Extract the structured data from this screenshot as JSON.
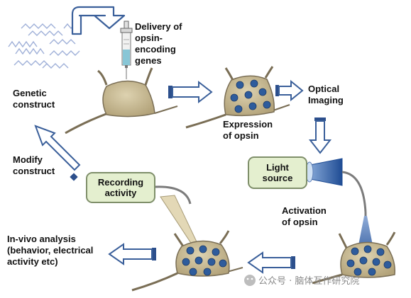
{
  "labels": {
    "delivery": [
      "Delivery of",
      "opsin-",
      "encoding",
      "genes"
    ],
    "genetic_construct": [
      "Genetic",
      "construct"
    ],
    "expression": [
      "Expression",
      "of opsin"
    ],
    "optical_imaging": [
      "Optical",
      "Imaging"
    ],
    "modify_construct": [
      "Modify",
      "construct"
    ],
    "recording_activity": [
      "Recording",
      "activity"
    ],
    "light_source": [
      "Light",
      "source"
    ],
    "activation": [
      "Activation",
      "of opsin"
    ],
    "in_vivo": [
      "In-vivo analysis",
      "(behavior, electrical",
      "activity etc)"
    ]
  },
  "watermark": "公众号 · 脑体互作研究院",
  "colors": {
    "neuron_fill": "#c8b990",
    "neuron_stroke": "#7a6e55",
    "opsin_dot": "#2e5c9c",
    "arrow_stroke": "#3a5f9a",
    "box_fill": "#e4efcf",
    "box_stroke": "#7f8f6a",
    "light_cone": "#2e5fa6",
    "recording_cone": "#e3d8b6",
    "dna_strand": "#9fb0d8"
  }
}
